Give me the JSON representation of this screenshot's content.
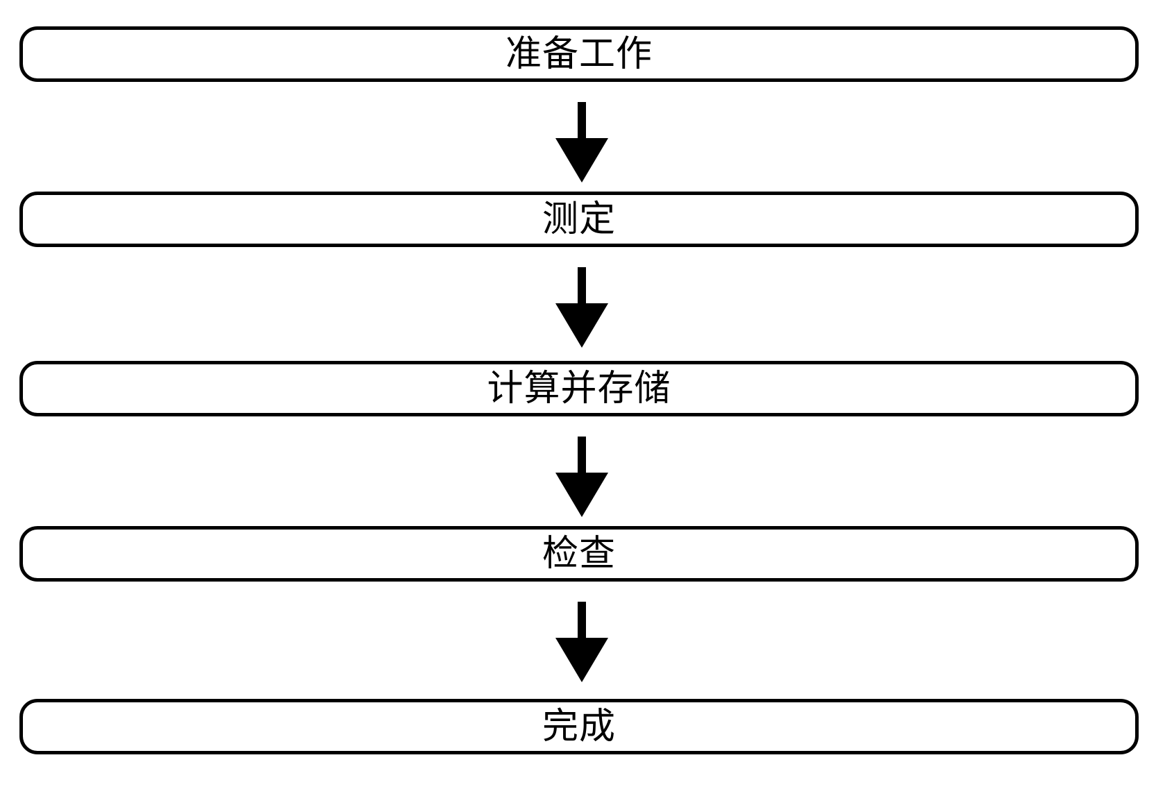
{
  "flowchart": {
    "steps": [
      {
        "label": "准备工作"
      },
      {
        "label": "测定"
      },
      {
        "label": "计算并存储"
      },
      {
        "label": "检查"
      },
      {
        "label": "完成"
      }
    ]
  },
  "colors": {
    "stroke": "#000000",
    "background": "#ffffff"
  },
  "icons": {
    "connector": "arrow-down-icon"
  }
}
